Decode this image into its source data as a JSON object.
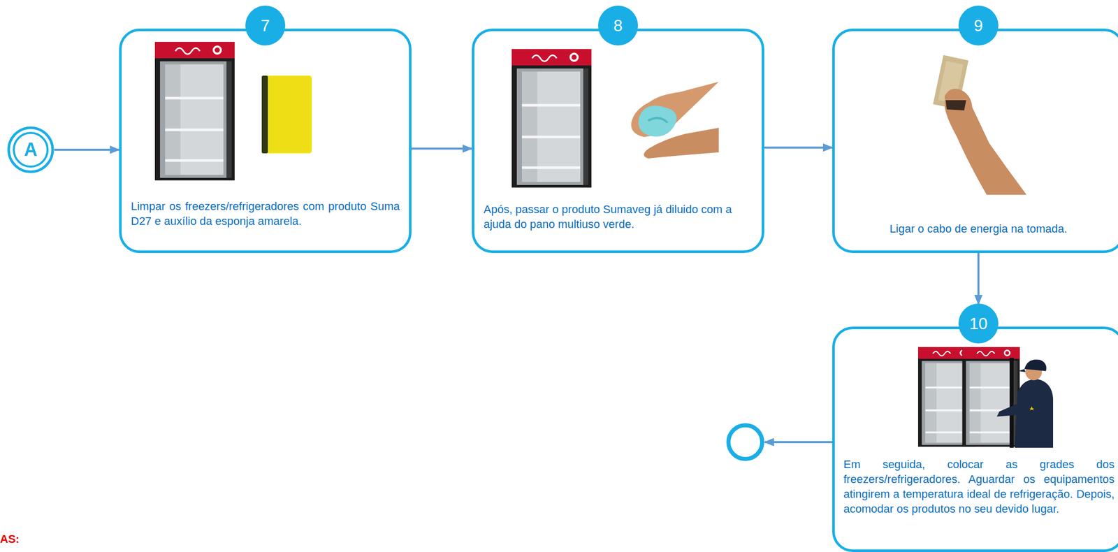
{
  "diagram": {
    "nodes": [
      {
        "text": [
          "A"
        ]
      },
      {
        "text": [
          "7",
          "Limpar os freezers/refrigeradores com produto Suma D27 e auxílio da esponja amarela."
        ]
      },
      {
        "text": [
          "8",
          "Após, passar o produto Sumaveg já diluido com a ajuda do pano multiuso verde."
        ]
      },
      {
        "text": [
          "9",
          "Ligar o cabo de energia na tomada."
        ]
      },
      {
        "text": [
          "10",
          "Em seguida, colocar as grades dos freezers/refrigeradores. Aguardar os equipamentos atingirem a temperatura ideal de refrigeração. Depois, acomodar os produtos no seu devido lugar."
        ]
      },
      {
        "text": []
      }
    ],
    "edges": [
      {
        "from": 0,
        "to": 1,
        "arrow": "to"
      },
      {
        "from": 1,
        "to": 2,
        "arrow": "to"
      },
      {
        "from": 2,
        "to": 3,
        "arrow": "to"
      },
      {
        "from": 3,
        "to": 4,
        "arrow": "to"
      },
      {
        "from": 4,
        "to": 5,
        "arrow": "to"
      }
    ],
    "labels": [
      "AS:"
    ]
  }
}
